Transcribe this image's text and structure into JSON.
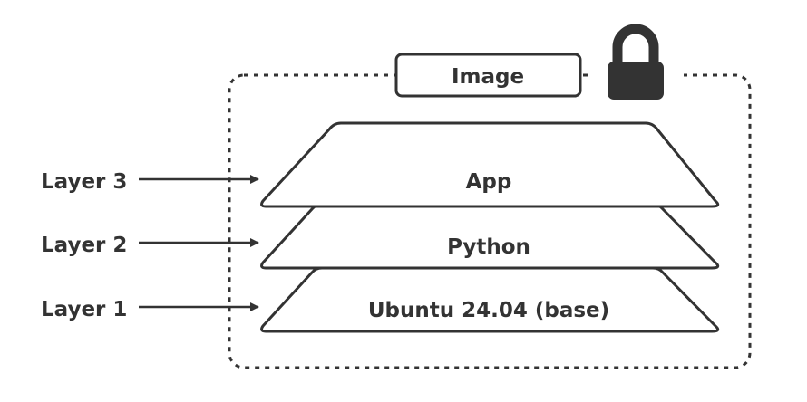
{
  "image_label": "Image",
  "layers": [
    {
      "pointer_label": "Layer 3",
      "content": "App"
    },
    {
      "pointer_label": "Layer 2",
      "content": "Python"
    },
    {
      "pointer_label": "Layer 1",
      "content": "Ubuntu 24.04 (base)"
    }
  ],
  "icons": {
    "lock": "padlock-icon"
  },
  "colors": {
    "ink": "#333333",
    "fill": "#ffffff"
  }
}
